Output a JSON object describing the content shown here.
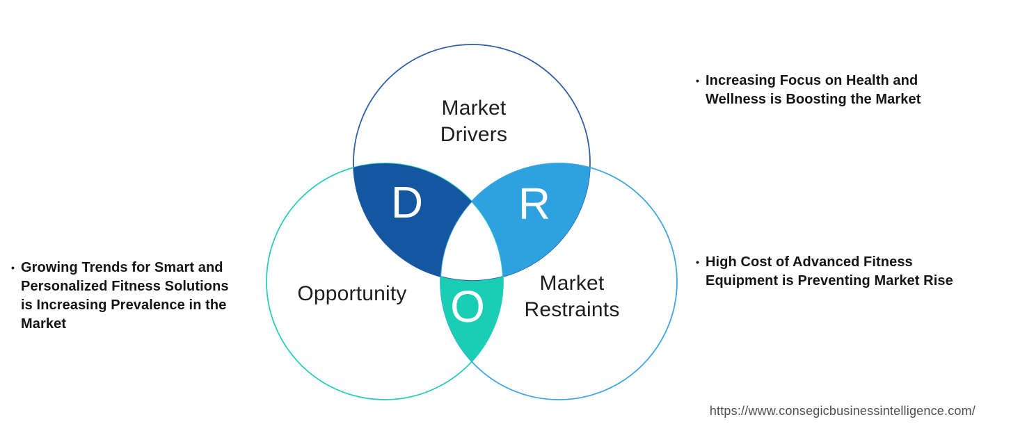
{
  "venn": {
    "circles": [
      {
        "id": "drivers",
        "label_lines": [
          "Market",
          "Drivers"
        ],
        "outline_color": "#2D5FA8"
      },
      {
        "id": "opportunity",
        "label_lines": [
          "Opportunity"
        ],
        "outline_color": "#2BCDBB"
      },
      {
        "id": "restraints",
        "label_lines": [
          "Market",
          "Restraints"
        ],
        "outline_color": "#3FA7E0"
      }
    ],
    "regions": [
      {
        "letter": "D",
        "fill": "#14569F"
      },
      {
        "letter": "R",
        "fill": "#2EA1E1"
      },
      {
        "letter": "O",
        "fill": "#19CEB5"
      }
    ]
  },
  "bullets": {
    "left": {
      "marker": "•",
      "lines": [
        "Growing Trends for Smart and",
        "Personalized Fitness Solutions",
        "is Increasing Prevalence in the",
        "Market"
      ]
    },
    "top_right": {
      "marker": "•",
      "lines": [
        "Increasing Focus on Health and",
        "Wellness is Boosting the Market"
      ]
    },
    "bottom_right": {
      "marker": "•",
      "lines": [
        "High Cost of Advanced Fitness",
        "Equipment is Preventing Market Rise"
      ]
    }
  },
  "footer": {
    "url": "https://www.consegicbusinessintelligence.com/"
  }
}
